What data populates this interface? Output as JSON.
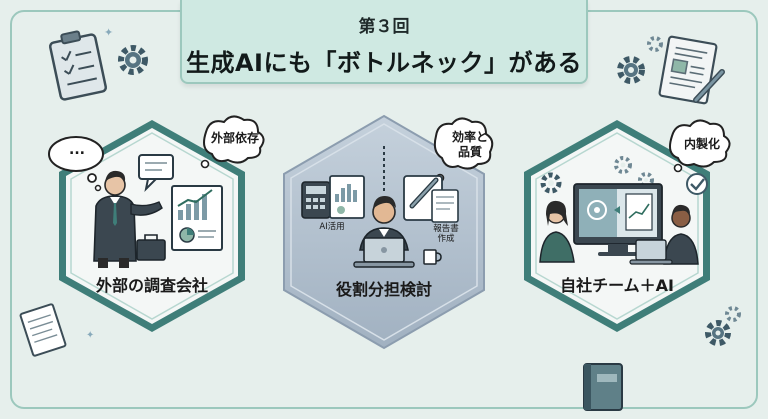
{
  "title": {
    "episode": "第３回",
    "headline": "生成AIにも「ボトルネック」がある"
  },
  "panels": [
    {
      "label": "外部の調査会社",
      "bubble": "外部依存",
      "dots": "..."
    },
    {
      "label": "役割分担検討",
      "bubble_line1": "効率と",
      "bubble_line2": "品質",
      "note_left": "AI活用",
      "note_right_line1": "報告書",
      "note_right_line2": "作成"
    },
    {
      "label": "自社チーム＋AI",
      "bubble": "内製化"
    }
  ],
  "colors": {
    "background": "#e6efec",
    "accent": "#9cc8bd",
    "hex_border": "#3f7e79",
    "center_hex": "#a9b8c6"
  }
}
